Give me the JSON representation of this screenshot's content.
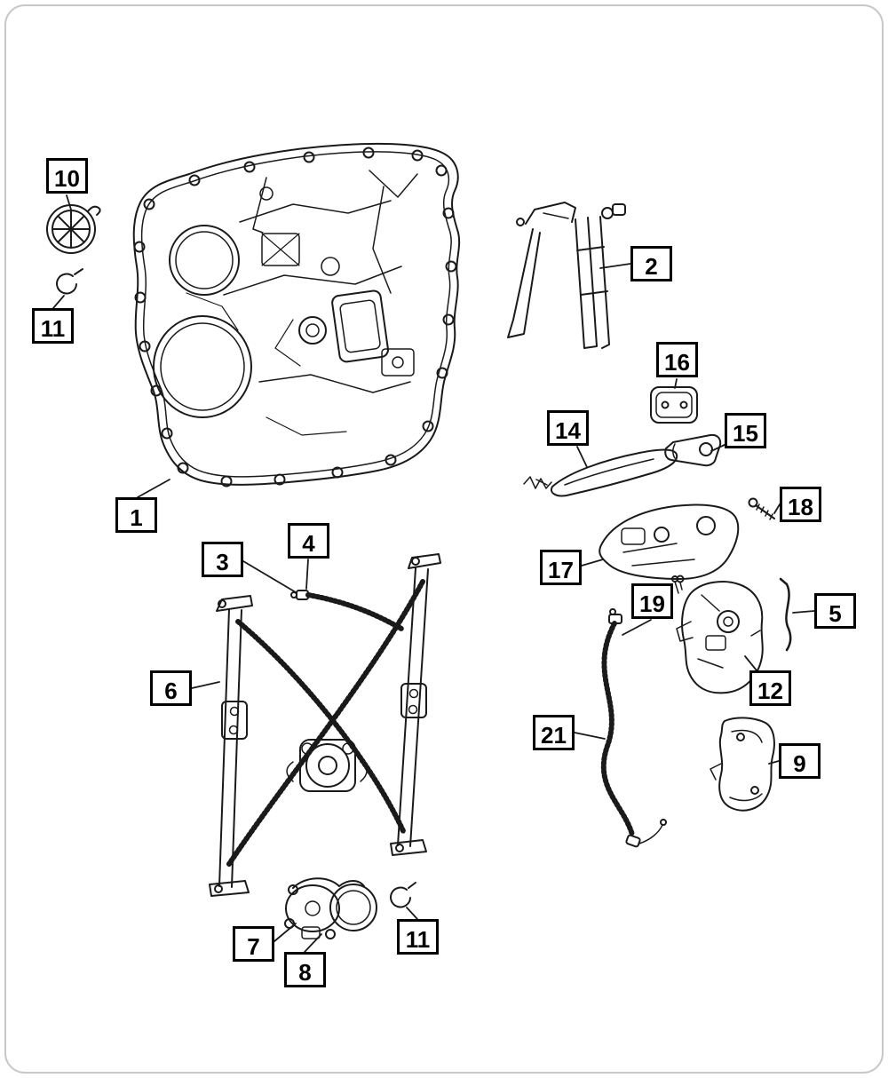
{
  "diagram": {
    "kind": "exploded-parts-diagram",
    "background": "#ffffff",
    "line_color": "#1a1a1a",
    "callouts": [
      {
        "label": "10"
      },
      {
        "label": "11"
      },
      {
        "label": "1"
      },
      {
        "label": "2"
      },
      {
        "label": "16"
      },
      {
        "label": "14"
      },
      {
        "label": "15"
      },
      {
        "label": "18"
      },
      {
        "label": "17"
      },
      {
        "label": "3"
      },
      {
        "label": "4"
      },
      {
        "label": "19"
      },
      {
        "label": "5"
      },
      {
        "label": "6"
      },
      {
        "label": "12"
      },
      {
        "label": "21"
      },
      {
        "label": "9"
      },
      {
        "label": "7"
      },
      {
        "label": "8"
      },
      {
        "label": "11"
      }
    ]
  }
}
